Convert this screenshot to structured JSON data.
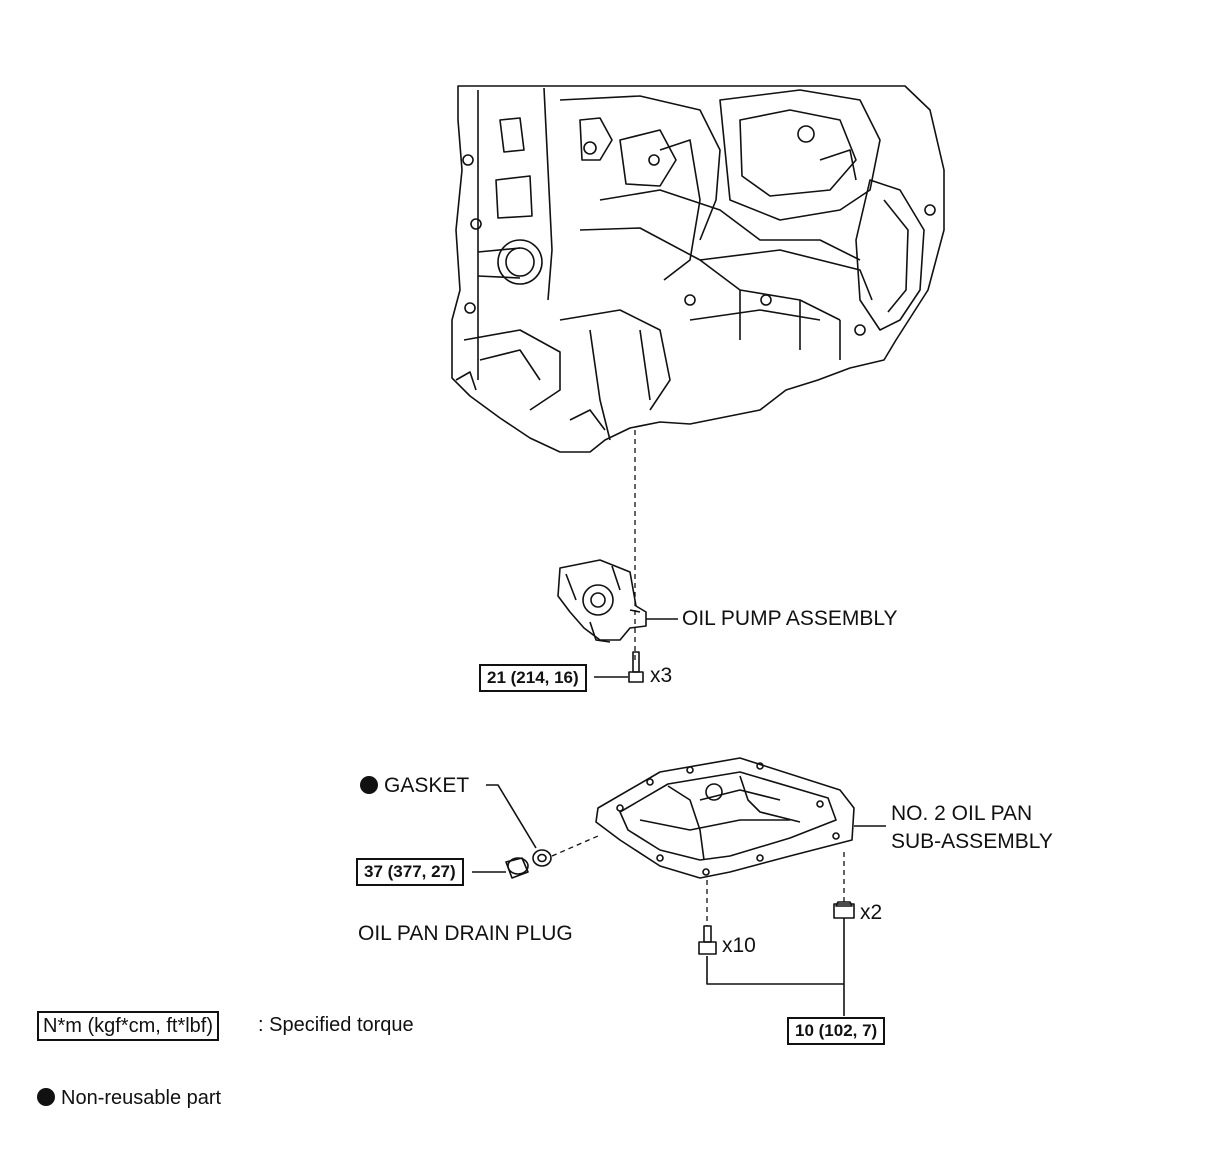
{
  "parts": {
    "oil_pump": "OIL PUMP ASSEMBLY",
    "gasket": "GASKET",
    "oil_pan_line1": "NO. 2 OIL PAN",
    "oil_pan_line2": "SUB-ASSEMBLY",
    "drain_plug": "OIL PAN DRAIN PLUG"
  },
  "torques": {
    "oil_pump_bolt": "21 (214, 16)",
    "drain_plug": "37 (377, 27)",
    "oil_pan_fasteners": "10 (102, 7)"
  },
  "quantities": {
    "oil_pump_bolts": "x3",
    "oil_pan_bolts": "x10",
    "oil_pan_nuts": "x2"
  },
  "legend": {
    "torque_unit": "N*m (kgf*cm, ft*lbf)",
    "torque_desc": ": Specified torque",
    "non_reusable": "Non-reusable part"
  }
}
